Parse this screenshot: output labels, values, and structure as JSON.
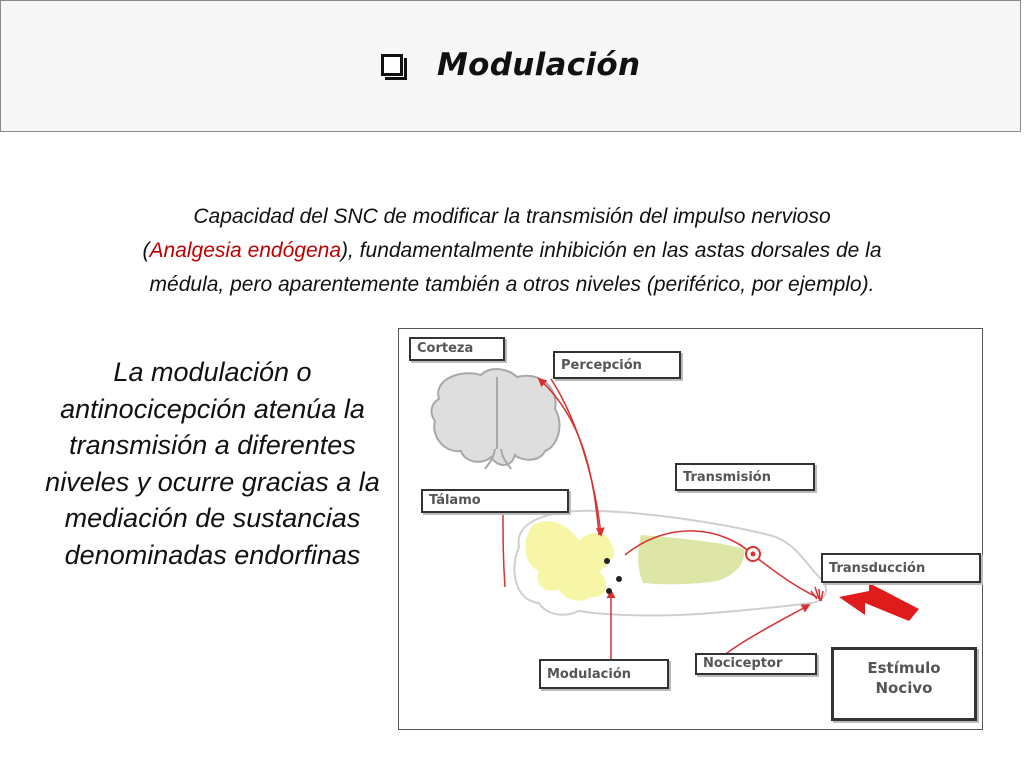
{
  "title": "Modulación",
  "intro": {
    "part1": "Capacidad del SNC de modificar la transmisión del impulso nervioso",
    "paren_open": "(",
    "highlight": "Analgesia endógena",
    "part2": "), fundamentalmente inhibición en las astas dorsales de la",
    "line3": "médula, pero aparentemente también a otros niveles (periférico, por ejemplo)."
  },
  "side_text": "La modulación  o antinocicepción atenúa la transmisión a diferentes niveles y ocurre gracias a la mediación de sustancias denominadas endorfinas",
  "diagram": {
    "labels": {
      "corteza": "Corteza",
      "percepcion": "Percepción",
      "talamo": "Tálamo",
      "transmision": "Transmisión",
      "transduccion": "Transducción",
      "modulacion": "Modulación",
      "nociceptor": "Nociceptor",
      "estimulo_l1": "Estímulo",
      "estimulo_l2": "Nocivo"
    }
  },
  "colors": {
    "highlight": "#c00000",
    "arrow": "#d93030",
    "stimulus": "#e01b1b",
    "gray_matter": "#f7f5a6",
    "spinal_core": "#dde6a6",
    "brain": "#dedede"
  },
  "icons": [
    "checkbox-bullet-icon"
  ]
}
